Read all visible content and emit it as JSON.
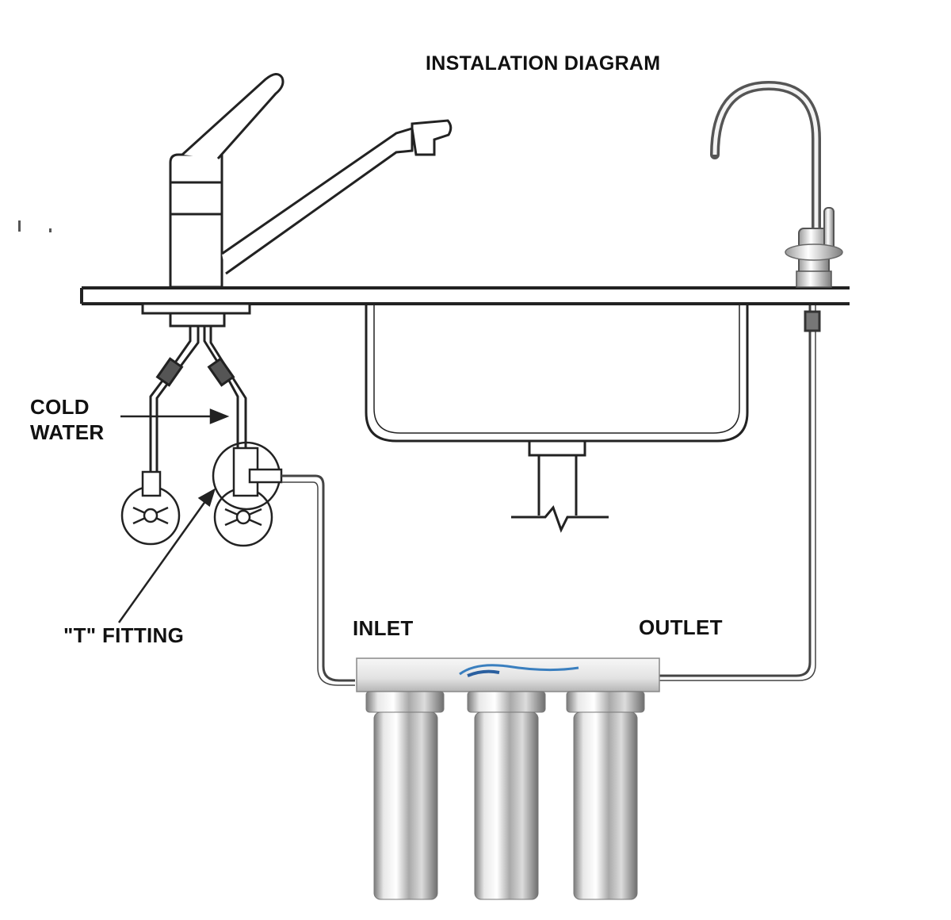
{
  "title": "INSTALATION DIAGRAM",
  "labels": {
    "cold_water_line1": "COLD",
    "cold_water_line2": "WATER",
    "t_fitting": "\"T\" FITTING",
    "inlet": "INLET",
    "outlet": "OUTLET"
  },
  "colors": {
    "line": "#222222",
    "steel_light": "#f2f2f2",
    "steel_mid": "#b8b8b8",
    "steel_dark": "#6a6a6a",
    "logo_blue": "#3a7fbf"
  }
}
